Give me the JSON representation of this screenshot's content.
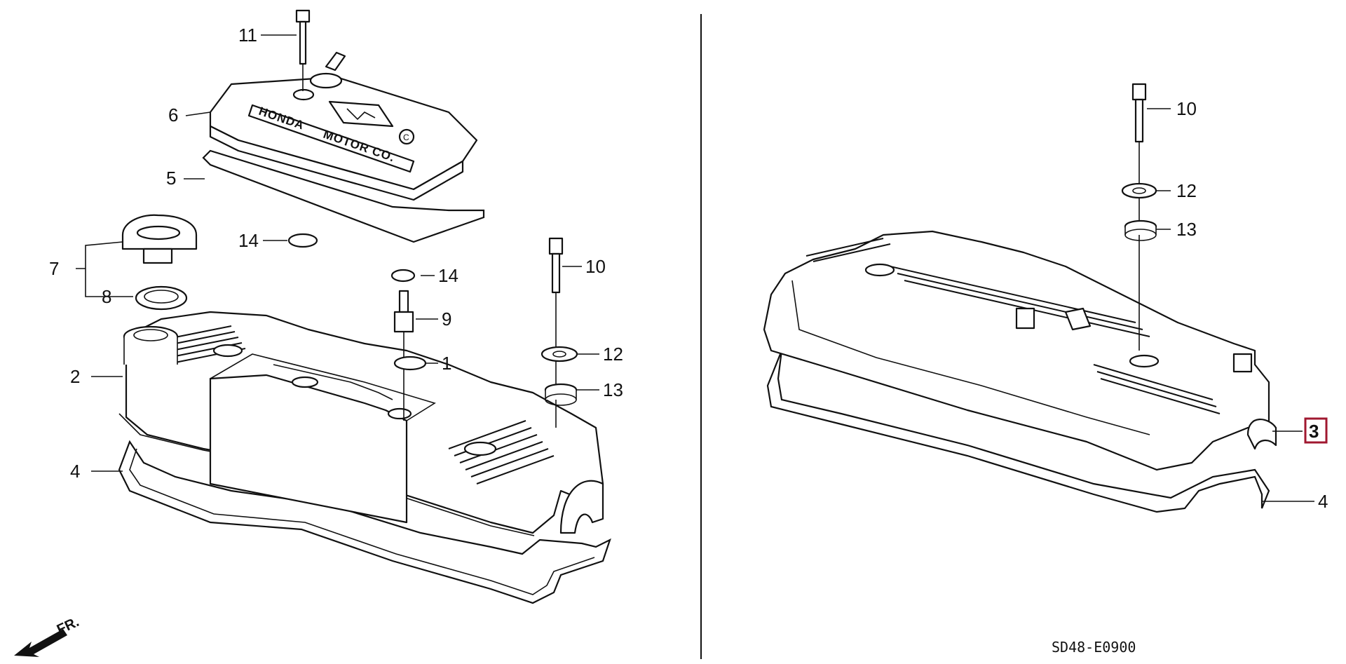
{
  "diagram": {
    "code": "SD48-E0900",
    "front_label": "FR.",
    "cover_text_1": "HONDA",
    "cover_text_2": "MOTOR CO.",
    "highlight_color": "#a01830",
    "left_callouts": {
      "c11": "11",
      "c6": "6",
      "c5": "5",
      "c14a": "14",
      "c7": "7",
      "c8": "8",
      "c2": "2",
      "c4": "4",
      "c14b": "14",
      "c9": "9",
      "c1": "1",
      "c10": "10",
      "c12": "12",
      "c13": "13"
    },
    "right_callouts": {
      "c10": "10",
      "c12": "12",
      "c13": "13",
      "c3": "3",
      "c4": "4"
    }
  }
}
